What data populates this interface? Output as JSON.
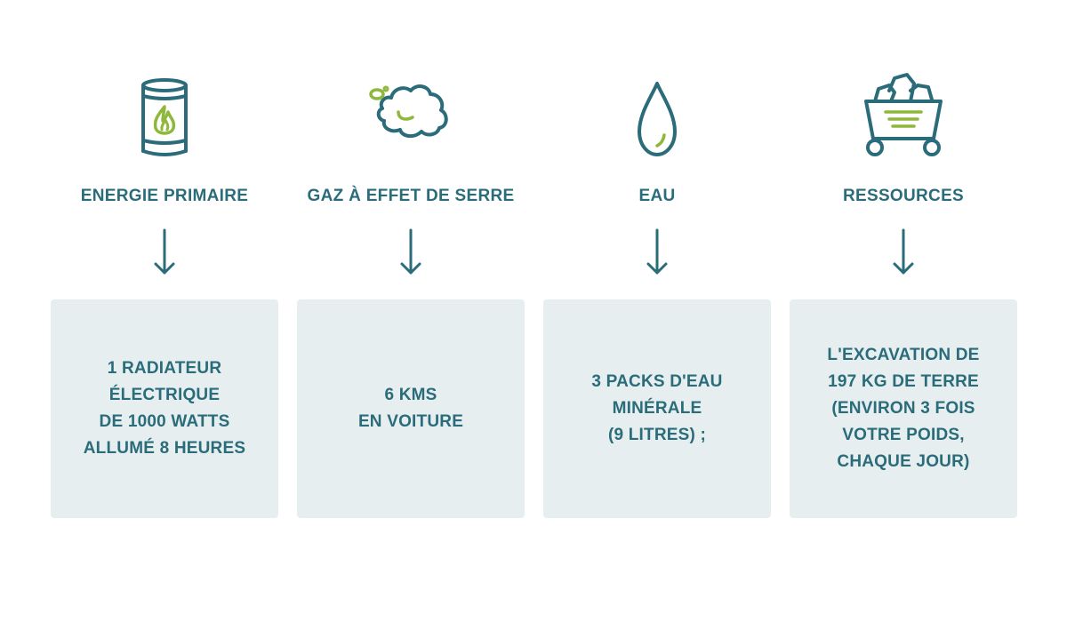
{
  "colors": {
    "teal": "#2a6c7a",
    "green": "#8fb83a",
    "box_background": "#e6eef0"
  },
  "columns": [
    {
      "icon": "fuel-barrel-flame-icon",
      "title": "ENERGIE PRIMAIRE",
      "text": "1 RADIATEUR\nÉLECTRIQUE\nDE 1000 WATTS\nALLUMÉ 8 HEURES"
    },
    {
      "icon": "smoke-cloud-icon",
      "title": "GAZ À EFFET DE SERRE",
      "text": "6 KMS\nEN VOITURE"
    },
    {
      "icon": "water-drop-icon",
      "title": "EAU",
      "text": "3 PACKS D'EAU\nMINÉRALE\n(9 LITRES) ;"
    },
    {
      "icon": "mine-cart-icon",
      "title": "RESSOURCES",
      "text": "L'EXCAVATION DE\n197 KG DE TERRE\n(ENVIRON 3 FOIS\nVOTRE POIDS,\nCHAQUE JOUR)"
    }
  ]
}
